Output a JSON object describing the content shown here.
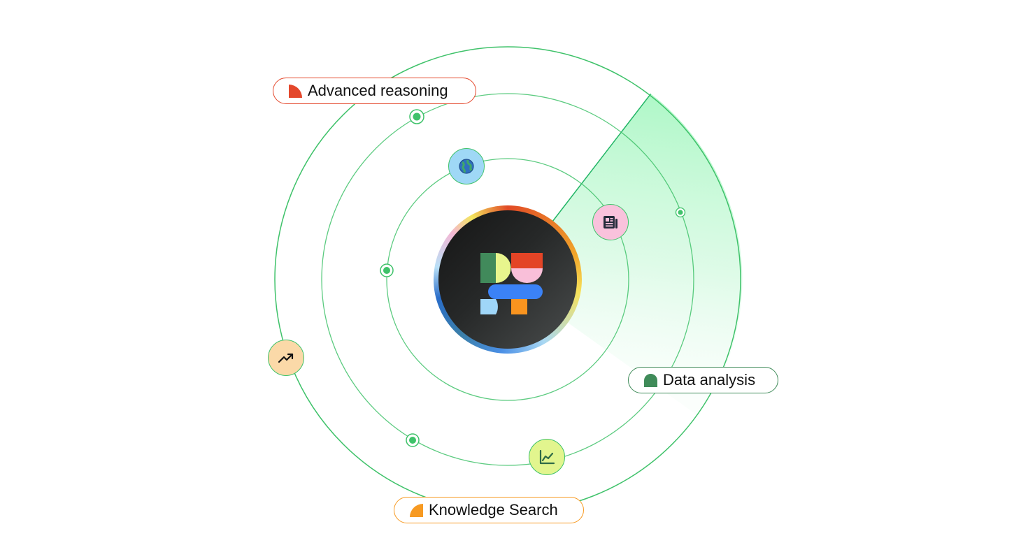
{
  "labels": {
    "advanced_reasoning": "Advanced reasoning",
    "data_analysis": "Data analysis",
    "knowledge_search": "Knowledge Search"
  },
  "icons": {
    "reasoning_badge": "quarter-circle-icon",
    "data_badge": "arch-icon",
    "search_badge": "quarter-circle-icon",
    "inner_orbit_top": "globe-icon",
    "middle_orbit_right": "newspaper-icon",
    "outer_orbit_left": "trending-up-icon",
    "middle_orbit_bottom": "line-chart-icon",
    "center": "dust-logo"
  },
  "colors": {
    "orbit": "#3fc26a",
    "reasoning": "#e4472b",
    "data": "#3f8b59",
    "search": "#f79a22",
    "logo_green": "#418a5b",
    "logo_yellow": "#e8f58d",
    "logo_red": "#e34426",
    "logo_pink": "#f9bfd9",
    "logo_blue": "#3b82f6",
    "logo_lightblue": "#9fd6f8",
    "logo_orange": "#f9941f"
  }
}
